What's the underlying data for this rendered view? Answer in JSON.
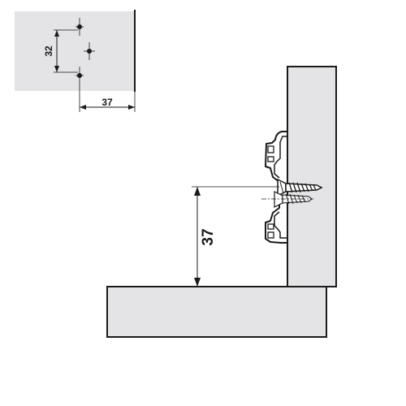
{
  "inset": {
    "vertical_dimension": "32",
    "horizontal_dimension": "37"
  },
  "main": {
    "height_dimension": "37"
  },
  "colors": {
    "panel_fill": "#e4e4e6",
    "stroke": "#1a1a1a",
    "background": "#ffffff"
  }
}
